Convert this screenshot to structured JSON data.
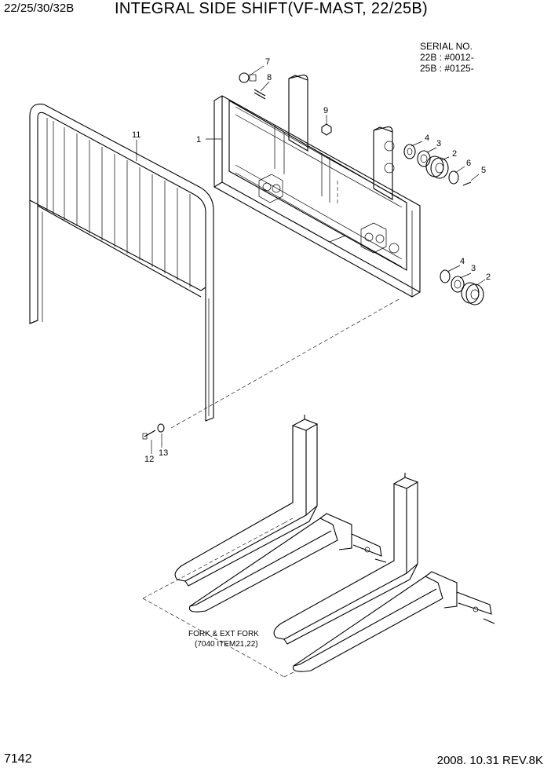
{
  "header": {
    "model": "22/25/30/32B",
    "title": "INTEGRAL SIDE SHIFT(VF-MAST, 22/25B)"
  },
  "serial": {
    "label": "SERIAL NO.",
    "line1": "22B : #0012-",
    "line2": "25B : #0125-"
  },
  "callouts": {
    "c1": "1",
    "c2a": "2",
    "c2b": "2",
    "c3a": "3",
    "c3b": "3",
    "c4a": "4",
    "c4b": "4",
    "c5": "5",
    "c6": "6",
    "c7": "7",
    "c8": "8",
    "c9": "9",
    "c11": "11",
    "c12": "12",
    "c13": "13"
  },
  "fork_note": {
    "line1": "FORK & EXT FORK",
    "line2": "(7040 ITEM21,22)"
  },
  "footer": {
    "page": "7142",
    "date_rev": "2008. 10.31  REV.8K"
  }
}
